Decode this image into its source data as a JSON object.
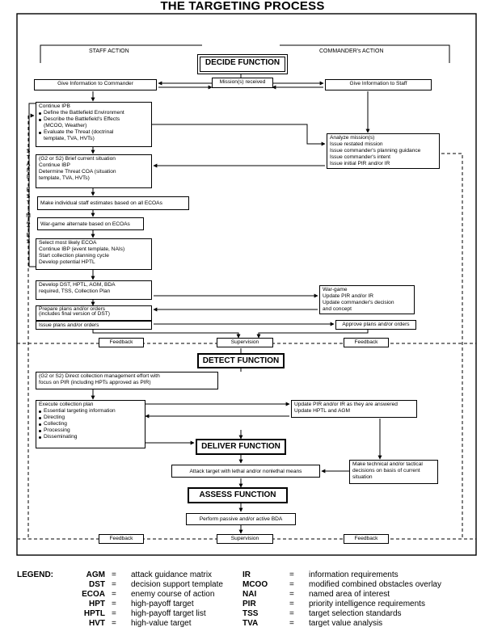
{
  "title": "THE TARGETING PROCESS",
  "headers": {
    "staff": "STAFF ACTION",
    "commander": "COMMANDER's ACTION"
  },
  "functions": {
    "decide": "DECIDE FUNCTION",
    "detect": "DETECT FUNCTION",
    "deliver": "DELIVER FUNCTION",
    "assess": "ASSESS FUNCTION"
  },
  "boxes": {
    "give_info_commander": "Give Information to Commander",
    "missions_received": "Mission(s) received",
    "give_info_staff": "Give Information to Staff",
    "continue_ipb": {
      "title": "Continue IPB",
      "lines": [
        "Define the Battlefield Environment",
        "Describe the Battlefield's Effects",
        "(MCOO, Weather)",
        "Evaluate the Threat (doctrinal",
        "template, TVA, HVTs)"
      ]
    },
    "analyze_missions": [
      "Analyze mission(s)",
      "Issue restated mission",
      "Issue commander's planning guidance",
      "Issue commander's intent",
      "Issue initial PIR and/or IR"
    ],
    "brief_situation": [
      "(G2 or S2) Brief current situation",
      "Continue IBP",
      "Determine Threat COA (situation",
      "template, TVA, HVTs)"
    ],
    "staff_estimates": "Make individual staff estimates based on all ECOAs",
    "war_game_alt": "War-game alternate based on ECOAs",
    "select_ecoa": [
      "Select most likely ECOA",
      "Continue IBP (event template, NAIs)",
      "Start collection planning cycle",
      "Develop potential HPTL"
    ],
    "develop_dst": [
      "Develop DST, HPTL, AGM, BDA",
      "required, TSS, Collection Plan"
    ],
    "war_game_cmd": [
      "War-game",
      "Update PIR and/or IR",
      "Update commander's decision",
      "and concept"
    ],
    "prepare_plans": [
      "Prepare plans and/or orders",
      "(includes final version of DST)"
    ],
    "issue_plans": "Issue plans and/or orders",
    "approve_plans": "Approve plans and/or orders",
    "feedback": "Feedback",
    "supervision": "Supervision",
    "direct_collection": [
      "(G2 or S2) Direct collection management effort with",
      "focus on PIR (including HPTs approved as PIR)"
    ],
    "execute_collection": {
      "title": "Execute collection plan",
      "lines": [
        "Essential targeting information",
        "Directing",
        "Collecting",
        "Processing",
        "Disseminating"
      ]
    },
    "update_pir": [
      "Update PIR and/or IR as they are answered",
      "Update HPTL and AGM"
    ],
    "attack_target": "Attack target with lethal and/or nonlethal means",
    "technical_decisions": [
      "Make technical and/or tactical",
      "decisions on basis of current",
      "situation"
    ],
    "perform_bda": "Perform passive and/or active BDA"
  },
  "staff_estimates_vertical": [
    "S",
    "T",
    "A",
    "F",
    "F",
    "",
    "E",
    "S",
    "T",
    "I",
    "M",
    "A",
    "T",
    "E",
    "S"
  ],
  "legend": {
    "title": "LEGEND:",
    "left": [
      {
        "abbr": "AGM",
        "def": "attack guidance matrix"
      },
      {
        "abbr": "DST",
        "def": "decision support template"
      },
      {
        "abbr": "ECOA",
        "def": "enemy course of action"
      },
      {
        "abbr": "HPT",
        "def": "high-payoff target"
      },
      {
        "abbr": "HPTL",
        "def": "high-payoff target list"
      },
      {
        "abbr": "HVT",
        "def": "high-value target"
      }
    ],
    "right": [
      {
        "abbr": "IR",
        "def": "information requirements"
      },
      {
        "abbr": "MCOO",
        "def": "modified combined obstacles overlay"
      },
      {
        "abbr": "NAI",
        "def": "named area of interest"
      },
      {
        "abbr": "PIR",
        "def": "priority intelligence requirements"
      },
      {
        "abbr": "TSS",
        "def": "target selection standards"
      },
      {
        "abbr": "TVA",
        "def": "target value analysis"
      }
    ],
    "eq": "="
  }
}
